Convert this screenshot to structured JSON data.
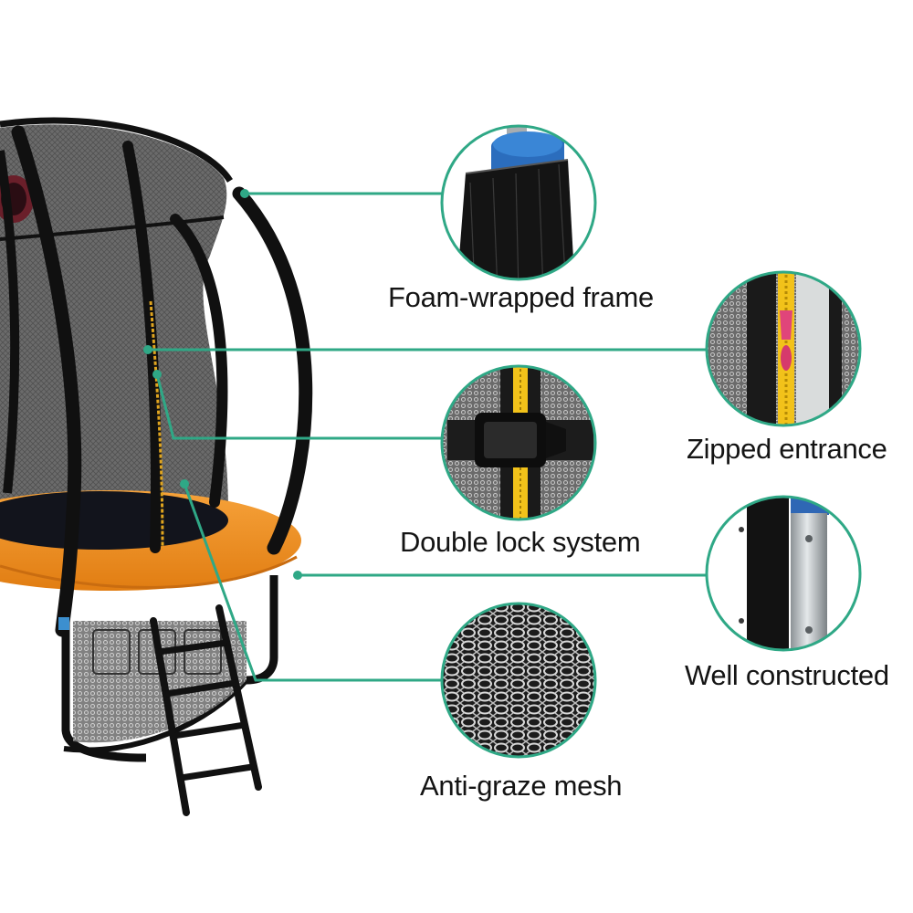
{
  "accent_color": "#2fa886",
  "product": {
    "pad_color": "#f28c1c",
    "net_color": "#1a1a1a",
    "mat_color": "#12141c"
  },
  "callouts": [
    {
      "id": "foam",
      "label": "Foam-wrapped frame",
      "icon": "foam-frame-closeup"
    },
    {
      "id": "zip",
      "label": "Zipped entrance",
      "icon": "zipper-closeup"
    },
    {
      "id": "lock",
      "label": "Double lock system",
      "icon": "buckle-closeup"
    },
    {
      "id": "well",
      "label": "Well constructed",
      "icon": "leg-joint-closeup"
    },
    {
      "id": "mesh",
      "label": "Anti-graze mesh",
      "icon": "mesh-closeup"
    }
  ]
}
